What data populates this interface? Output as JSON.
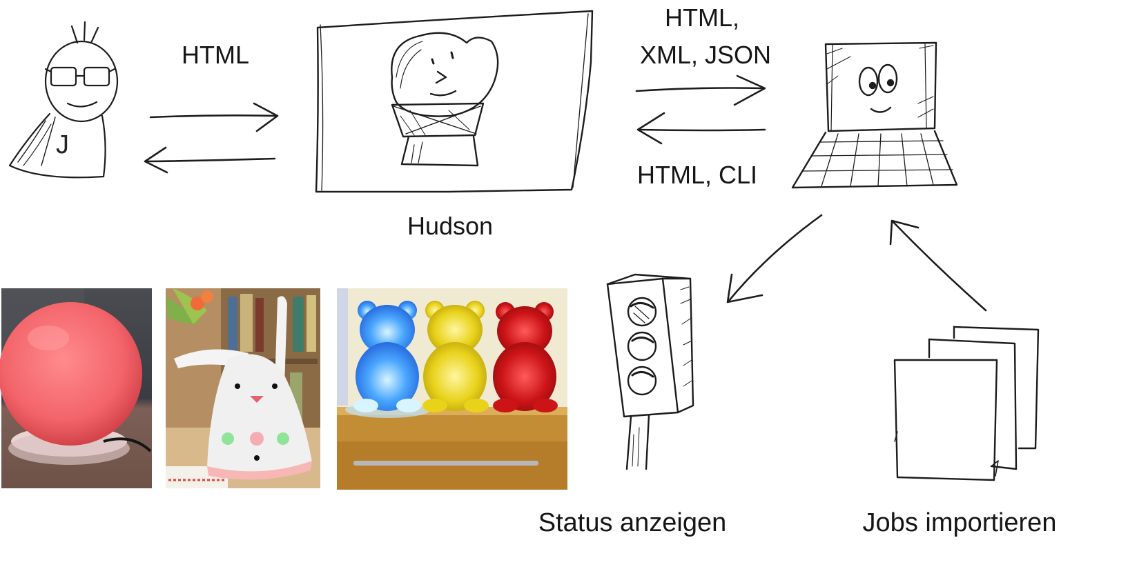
{
  "labels": {
    "user_to_hudson": "HTML",
    "hudson_to_computer": "HTML,\nXML, JSON",
    "computer_to_hudson": "HTML, CLI",
    "hudson": "Hudson",
    "status": "Status anzeigen",
    "jobs": "Jobs importieren"
  },
  "user_shirt_letter": "J",
  "icons": {
    "user": "developer-sketch-icon",
    "hudson": "butler-portrait-sketch-icon",
    "computer": "laptop-sketch-icon",
    "traffic_light": "traffic-light-sketch-icon",
    "documents": "document-stack-sketch-icon"
  },
  "photos": [
    "glowing-red-lamp",
    "white-rabbit-device",
    "gummy-bear-lamps-blue-yellow-red"
  ],
  "colors": {
    "sketch_line": "#1c1c1c",
    "lamp_red": "#f2646a",
    "bear_blue": "#1f7dff",
    "bear_yellow": "#e8d21a",
    "bear_red": "#cc1417"
  }
}
